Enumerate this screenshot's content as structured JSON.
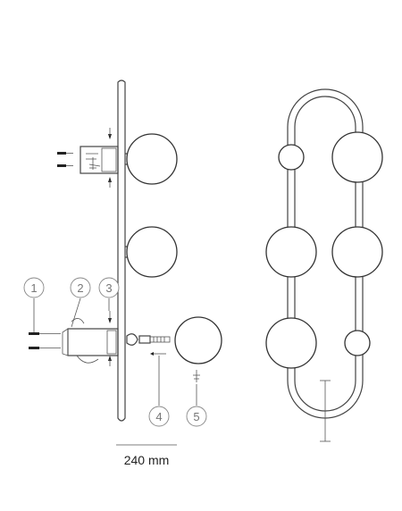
{
  "dimension": {
    "width_label": "240 mm"
  },
  "callouts": [
    "1",
    "2",
    "3",
    "4",
    "5"
  ]
}
